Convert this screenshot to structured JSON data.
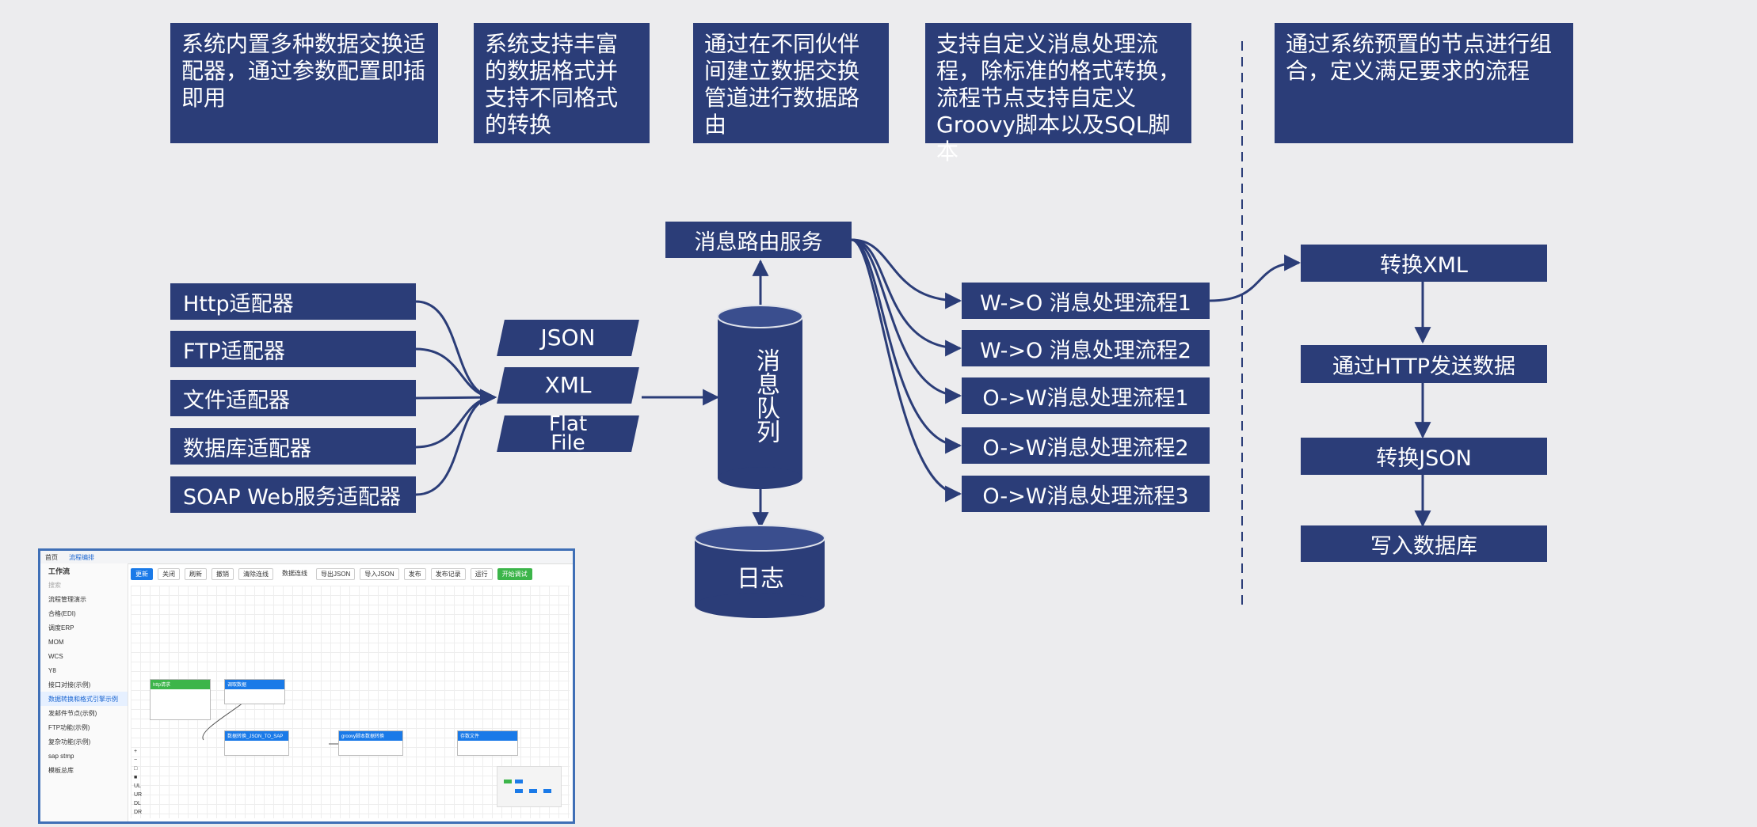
{
  "descriptions": [
    "系统内置多种数据交换适配器，通过参数配置即插即用",
    "系统支持丰富的数据格式并支持不同格式的转换",
    "通过在不同伙伴间建立数据交换管道进行数据路由",
    "支持自定义消息处理流程，除标准的格式转换，流程节点支持自定义Groovy脚本以及SQL脚本",
    "通过系统预置的节点进行组合，定义满足要求的流程"
  ],
  "adapters": [
    "Http适配器",
    "FTP适配器",
    "文件适配器",
    "数据库适配器",
    "SOAP Web服务适配器"
  ],
  "formats": [
    "JSON",
    "XML",
    "Flat\nFile"
  ],
  "queue_label": "消息队列",
  "router_label": "消息路由服务",
  "log_label": "日志",
  "flows": [
    "W->O 消息处理流程1",
    "W->O 消息处理流程2",
    "O->W消息处理流程1",
    "O->W消息处理流程2",
    "O->W消息处理流程3"
  ],
  "steps": [
    "转换XML",
    "通过HTTP发送数据",
    "转换JSON",
    "写入数据库"
  ],
  "colors": {
    "box": "#2b3d78",
    "line": "#2b3d78",
    "background": "#ececee"
  },
  "screenshot": {
    "tabs": [
      "首页",
      "流程编排"
    ],
    "sidebar_title": "工作流",
    "search_placeholder": "搜索",
    "tree": [
      "流程管理演示",
      "合格(EDI)",
      "调度ERP",
      "MOM",
      "WCS",
      "Y8",
      "接口对接(示例)",
      "数据转换和格式引擎示例",
      "发邮件节点(示例)",
      "FTP功能(示例)",
      "复杂功能(示例)",
      "sap stmp",
      "模板总库"
    ],
    "toolbar": [
      "更新",
      "关闭",
      "刷新",
      "撤销",
      "清除连线",
      "数据连线",
      "导出JSON",
      "导入JSON",
      "发布",
      "发布记录",
      "运行",
      "开始调试"
    ],
    "nodes": [
      "http请求",
      "调取数据",
      "数据转换_JSON_TO_SAP",
      "groovy脚本数据转换",
      "存数文件"
    ],
    "zoom": [
      "+",
      "−",
      "□",
      "■",
      "UL",
      "UR",
      "DL",
      "DR"
    ]
  }
}
